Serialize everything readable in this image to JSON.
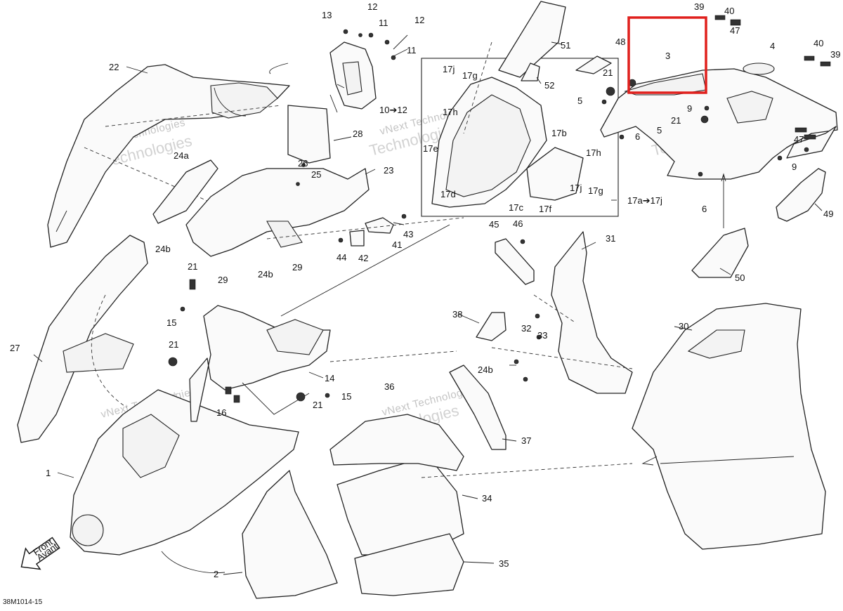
{
  "figure_code": "38M1014-15",
  "watermark": {
    "line1": "vNext Technologies",
    "line2": "vNext",
    "line3": "Technologies"
  },
  "front_marker": {
    "line1": "Front",
    "line2": "Avant"
  },
  "highlight_label": "3",
  "callouts": {
    "p1": "1",
    "p2": "2",
    "p3": "3",
    "p4": "4",
    "p5a": "5",
    "p5b": "5",
    "p6a": "6",
    "p6b": "6",
    "p9a": "9",
    "p9b": "9",
    "p10": "10➔12",
    "p11a": "11",
    "p11b": "11",
    "p12a": "12",
    "p12b": "12",
    "p13": "13",
    "p14": "14",
    "p15a": "15",
    "p15b": "15",
    "p16": "16",
    "p17a": "17a➔17j",
    "p17b": "17b",
    "p17c": "17c",
    "p17d": "17d",
    "p17e": "17e",
    "p17f": "17f",
    "p17g1": "17g",
    "p17g2": "17g",
    "p17h1": "17h",
    "p17h2": "17h",
    "p17j1": "17j",
    "p17j2": "17j",
    "p21a": "21",
    "p21b": "21",
    "p21c": "21",
    "p21d": "21",
    "p21e": "21",
    "p22": "22",
    "p23": "23",
    "p24a": "24a",
    "p24b1": "24b",
    "p24b2": "24b",
    "p24b3": "24b",
    "p25": "25",
    "p26": "26",
    "p27": "27",
    "p28": "28",
    "p29a": "29",
    "p29b": "29",
    "p30": "30",
    "p31": "31",
    "p32": "32",
    "p33": "33",
    "p34": "34",
    "p35": "35",
    "p36": "36",
    "p37": "37",
    "p38": "38",
    "p39a": "39",
    "p39b": "39",
    "p40a": "40",
    "p40b": "40",
    "p41": "41",
    "p42": "42",
    "p43": "43",
    "p44": "44",
    "p45": "45",
    "p46": "46",
    "p47a": "47",
    "p47b": "47",
    "p48": "48",
    "p49": "49",
    "p50": "50",
    "p51": "51",
    "p52": "52"
  },
  "colors": {
    "line": "#222222",
    "highlight": "#e0201d",
    "watermark": "#c4c4c4",
    "background": "#ffffff"
  }
}
